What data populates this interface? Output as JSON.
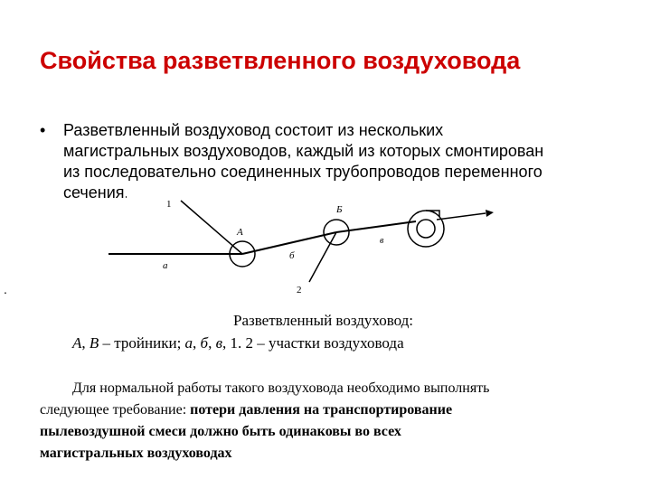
{
  "title": "Свойства разветвленного воздуховода",
  "bullet": {
    "lines": [
      "Разветвленный воздуховод состоит из нескольких",
      "магистральных воздуховодов, каждый из которых смонтирован",
      "из последовательно соединенных трубопроводов переменного",
      "сечения."
    ]
  },
  "stray_mark": ".",
  "diagram": {
    "labels": {
      "one": "1",
      "two": "2",
      "A": "А",
      "B": "Б",
      "a": "а",
      "b": "б",
      "v": "в"
    }
  },
  "caption": {
    "line1": "Разветвленный воздуховод:",
    "line2_parts": [
      "А",
      ", ",
      "В",
      " – тройники; ",
      "а",
      ", ",
      "б",
      ", ",
      "в",
      ", 1. 2 – участки воздуховода"
    ]
  },
  "paragraph": {
    "line1": "Для нормальной работы такого воздуховода необходимо выполнять",
    "line2_normal": "следующее требование: ",
    "line2_bold": "потери давления на транспортирование",
    "line3": "пылевоздушной смеси должно быть одинаковы во всех",
    "line4": "магистральных воздуховодах"
  }
}
